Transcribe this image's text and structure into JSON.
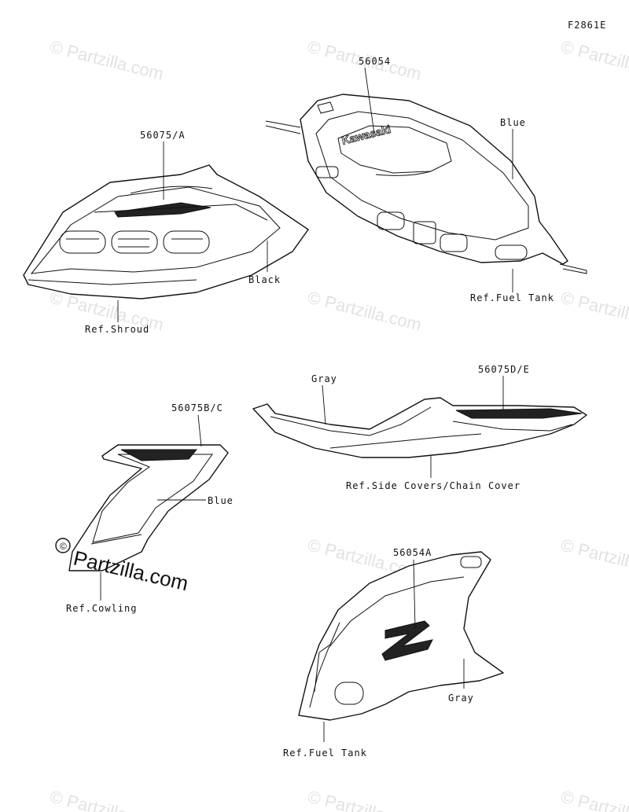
{
  "figure_id": "F2861E",
  "watermark": "© Partzilla.com",
  "watermark_symbol": "©",
  "watermark_text": "Partzilla.com",
  "logos": {
    "tank_brand": "Kawasaki"
  },
  "parts": [
    {
      "id": "p1",
      "number": "56054",
      "color": "Blue",
      "ref": "Ref.Fuel Tank"
    },
    {
      "id": "p2",
      "number": "56075/A",
      "color": "Black",
      "ref": "Ref.Shroud"
    },
    {
      "id": "p3",
      "number": "56075D/E",
      "color": "Gray",
      "ref": "Ref.Side Covers/Chain Cover"
    },
    {
      "id": "p4",
      "number": "56075B/C",
      "color": "Blue",
      "ref": "Ref.Cowling"
    },
    {
      "id": "p5",
      "number": "56054A",
      "color": "Gray",
      "ref": "Ref.Fuel Tank"
    }
  ]
}
